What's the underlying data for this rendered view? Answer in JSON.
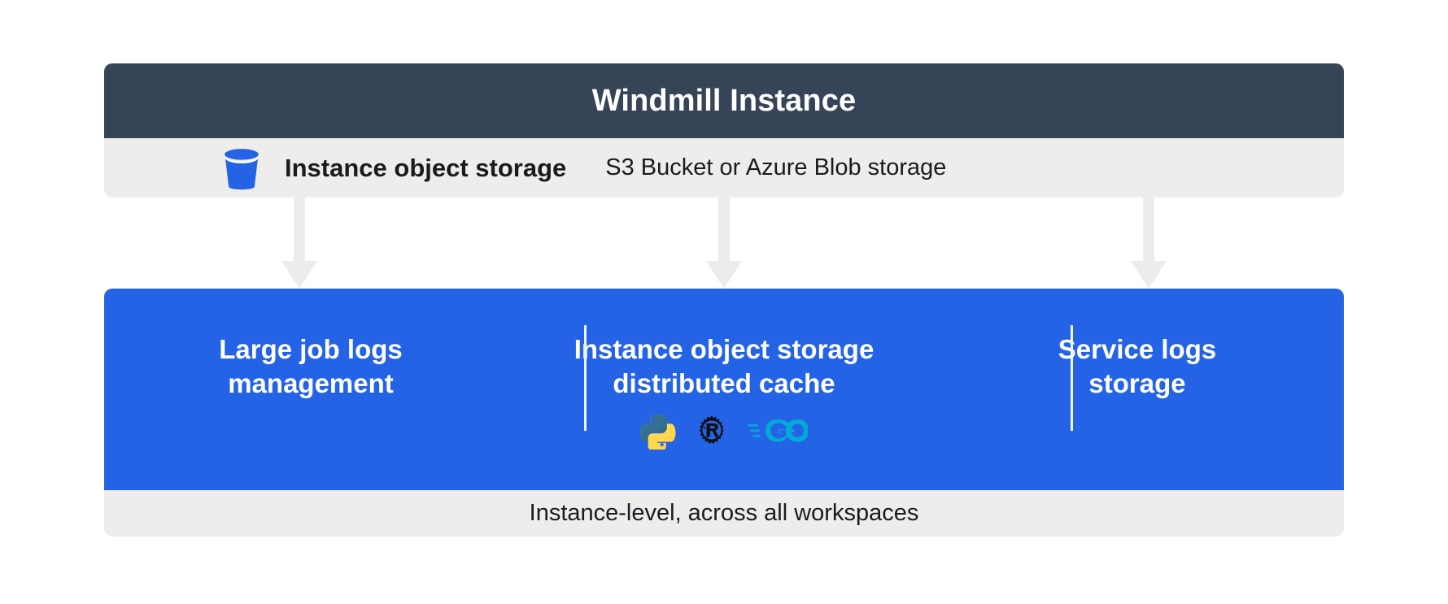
{
  "diagram": {
    "title": "Windmill Instance",
    "storage_row": {
      "icon": "bucket-icon",
      "label": "Instance object storage",
      "sub_label": "S3 Bucket or Azure Blob storage"
    },
    "connectors": [
      {
        "name": "arrow-to-large-job-logs"
      },
      {
        "name": "arrow-to-distributed-cache"
      },
      {
        "name": "arrow-to-service-logs"
      }
    ],
    "features": [
      {
        "title": "Large job logs\nmanagement",
        "icons": []
      },
      {
        "title": "Instance object storage\ndistributed cache",
        "icons": [
          "python-icon",
          "rust-icon",
          "go-icon"
        ]
      },
      {
        "title": "Service logs\nstorage",
        "icons": []
      }
    ],
    "footnote": "Instance-level, across all workspaces",
    "colors": {
      "header_bg": "#364457",
      "light_bg": "#eeedec",
      "accent_blue": "#2563e6",
      "arrow_gray": "#ececeb",
      "white": "#ffffff",
      "python_dark": "#366a96",
      "python_light": "#ffd44f",
      "rust_black": "#111111",
      "go_cyan": "#00acd7"
    }
  }
}
